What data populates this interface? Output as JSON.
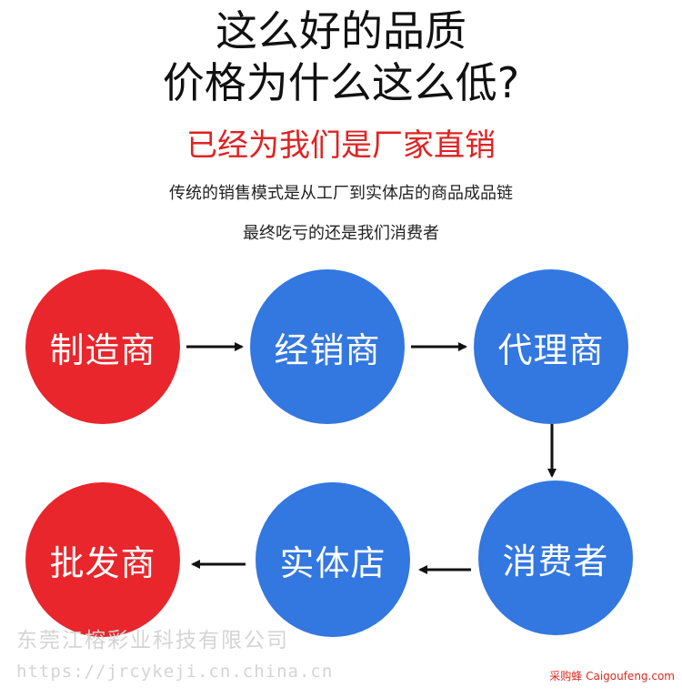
{
  "header": {
    "title_line1": "这么好的品质",
    "title_line2": "价格为什么这么低?",
    "subtitle": "已经为我们是厂家直销",
    "desc_line1": "传统的销售模式是从工厂到实体店的商品成品链",
    "desc_line2": "最终吃亏的还是我们消费者"
  },
  "flow": {
    "nodes": [
      {
        "label": "制造商",
        "color": "#e8262c"
      },
      {
        "label": "经销商",
        "color": "#3377e0"
      },
      {
        "label": "代理商",
        "color": "#3377e0"
      },
      {
        "label": "消费者",
        "color": "#3377e0"
      },
      {
        "label": "实体店",
        "color": "#3377e0"
      },
      {
        "label": "批发商",
        "color": "#e8262c"
      }
    ]
  },
  "watermark": {
    "company": "东莞江榕彩业科技有限公司",
    "url": "https://jrcykeji.cn.china.cn"
  },
  "brand": "采购蜂 Caigoufeng.com"
}
